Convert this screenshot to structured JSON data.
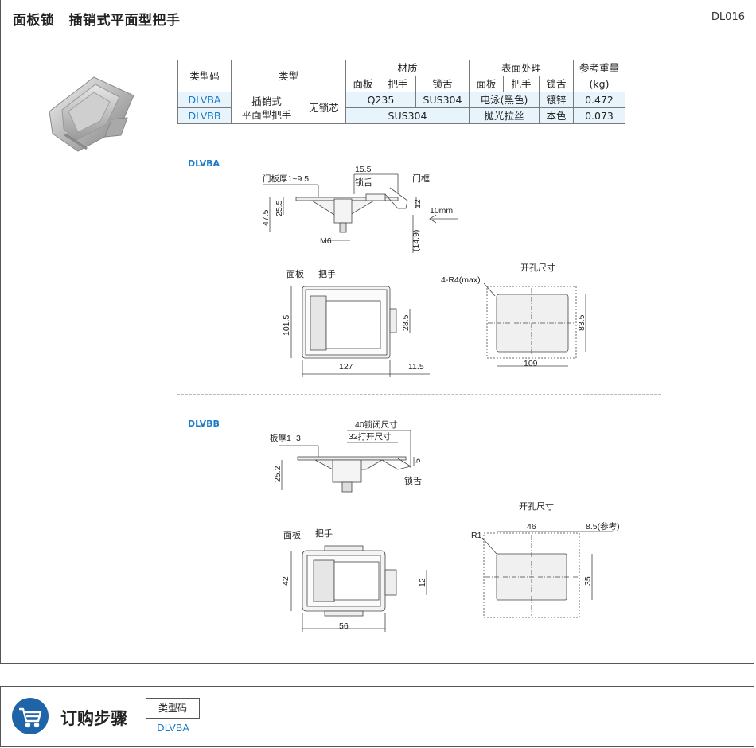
{
  "header": {
    "category": "面板锁",
    "name": "插销式平面型把手",
    "code": "DL016"
  },
  "table": {
    "h_typecode": "类型码",
    "h_type": "类型",
    "h_material": "材质",
    "h_surface": "表面处理",
    "h_weight_1": "参考重量",
    "h_weight_2": "(kg)",
    "h_panel": "面板",
    "h_handle": "把手",
    "h_tongue": "锁舌",
    "h_s_panel": "面板",
    "h_s_handle": "把手",
    "h_s_tongue": "锁舌",
    "type_1": "插销式",
    "type_2": "平面型把手",
    "sub_type": "无锁芯",
    "rows": [
      {
        "code": "DLVBA",
        "mat_ph": "Q235",
        "mat_t": "SUS304",
        "surf_ph": "电泳(黑色)",
        "surf_t": "镀锌",
        "weight": "0.472"
      },
      {
        "code": "DLVBB",
        "mat_all": "SUS304",
        "surf_ph": "抛光拉丝",
        "surf_t": "本色",
        "weight": "0.073"
      }
    ]
  },
  "drawings": {
    "a_label": "DLVBA",
    "a": {
      "door_thick": "门板厚1~9.5",
      "d155": "15.5",
      "tongue": "锁舌",
      "frame": "门框",
      "d475": "47.5",
      "d255": "25.5",
      "d12": "12",
      "d10": "10mm",
      "m6": "M6",
      "d149": "(14.9)",
      "panel": "面板",
      "handle": "把手",
      "d1015": "101.5",
      "d285": "28.5",
      "d127": "127",
      "d115": "11.5",
      "cutout": "开孔尺寸",
      "r4": "4-R4(max)",
      "d835": "83.5",
      "d109": "109"
    },
    "b_label": "DLVBB",
    "b": {
      "board": "板厚1~3",
      "lock40": "40锁闭尺寸",
      "open32": "32打开尺寸",
      "d252": "25.2",
      "d5": "5",
      "tongue": "锁舌",
      "panel": "面板",
      "handle": "把手",
      "d42": "42",
      "d12": "12",
      "d56": "56",
      "cutout": "开孔尺寸",
      "r1": "R1",
      "d46": "46",
      "d85": "8.5(参考)",
      "d35": "35"
    }
  },
  "order": {
    "title": "订购步骤",
    "type_label": "类型码",
    "type_value": "DLVBA"
  }
}
